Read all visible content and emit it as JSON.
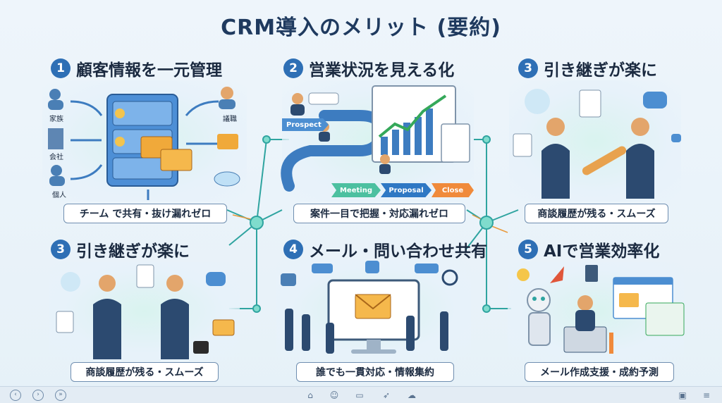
{
  "title": "CRM導入のメリット (要約)",
  "sections": [
    {
      "num": "1",
      "heading": "顧客情報を一元管理",
      "caption": "チーム で共有・抜け漏れゼロ",
      "labels": {
        "family": "家族",
        "company": "会社",
        "individual": "個人",
        "memo": "議職"
      }
    },
    {
      "num": "2",
      "heading": "営業状況を見える化",
      "caption": "案件一目で把握・対応漏れゼロ",
      "stages": [
        "Prospect",
        "Meeting",
        "Proposal",
        "Close"
      ]
    },
    {
      "num": "3",
      "heading": "引き継ぎが楽に",
      "caption": "商談履歴が残る・スムーズ"
    },
    {
      "num": "3",
      "heading": "引き継ぎが楽に",
      "caption": "商談履歴が残る・スムーズ"
    },
    {
      "num": "4",
      "heading": "メール・問い合わせ共有",
      "caption": "誰でも一貫対応・情報集約"
    },
    {
      "num": "5",
      "heading": "AIで営業効率化",
      "caption": "メール作成支援・成約予測"
    }
  ],
  "colors": {
    "accent": "#2e6fb5",
    "hub": "#5cc9b5",
    "connector": "#2fa4a0"
  }
}
